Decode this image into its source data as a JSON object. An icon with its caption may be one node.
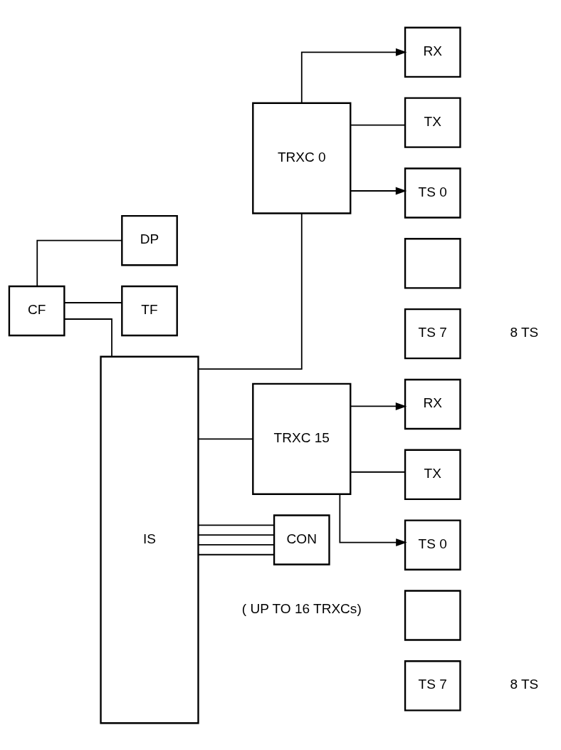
{
  "diagram": {
    "nodes": [
      {
        "text": [
          "CF"
        ]
      },
      {
        "text": [
          "DP"
        ]
      },
      {
        "text": [
          "TF"
        ]
      },
      {
        "text": [
          "IS"
        ]
      },
      {
        "text": [
          "TRXC 0"
        ]
      },
      {
        "text": [
          "RX"
        ]
      },
      {
        "text": [
          "TX"
        ]
      },
      {
        "text": [
          "TS 0"
        ]
      },
      {
        "text": [],
        "shape": "box"
      },
      {
        "text": [
          "TS 7"
        ],
        "beside": [
          "8 TS"
        ]
      },
      {
        "text": [
          "TRXC 15"
        ]
      },
      {
        "text": [
          "RX"
        ]
      },
      {
        "text": [
          "TX"
        ]
      },
      {
        "text": [
          "TS 0"
        ]
      },
      {
        "text": [],
        "shape": "box"
      },
      {
        "text": [
          "TS 7"
        ],
        "beside": [
          "8 TS"
        ]
      },
      {
        "text": [
          "CON"
        ]
      }
    ],
    "edges": [
      {
        "from": 0,
        "to": 1,
        "arrow": "none"
      },
      {
        "from": 0,
        "to": 2,
        "arrow": "none"
      },
      {
        "from": 0,
        "to": 3,
        "arrow": "none"
      },
      {
        "from": 3,
        "to": 4,
        "arrow": "none"
      },
      {
        "from": 4,
        "to": 5,
        "arrow": "to"
      },
      {
        "from": 4,
        "to": 6,
        "arrow": "none"
      },
      {
        "from": 4,
        "to": 7,
        "arrow": "to"
      },
      {
        "from": 3,
        "to": 10,
        "arrow": "none"
      },
      {
        "from": 10,
        "to": 11,
        "arrow": "to"
      },
      {
        "from": 10,
        "to": 12,
        "arrow": "none"
      },
      {
        "from": 10,
        "to": 13,
        "arrow": "to"
      },
      {
        "from": 3,
        "to": 16,
        "arrow": "none"
      },
      {
        "from": 3,
        "to": 16,
        "arrow": "none"
      },
      {
        "from": 3,
        "to": 16,
        "arrow": "none"
      },
      {
        "from": 3,
        "to": 16,
        "arrow": "none"
      }
    ],
    "labels": [
      "( UP TO 16 TRXCs)"
    ]
  }
}
